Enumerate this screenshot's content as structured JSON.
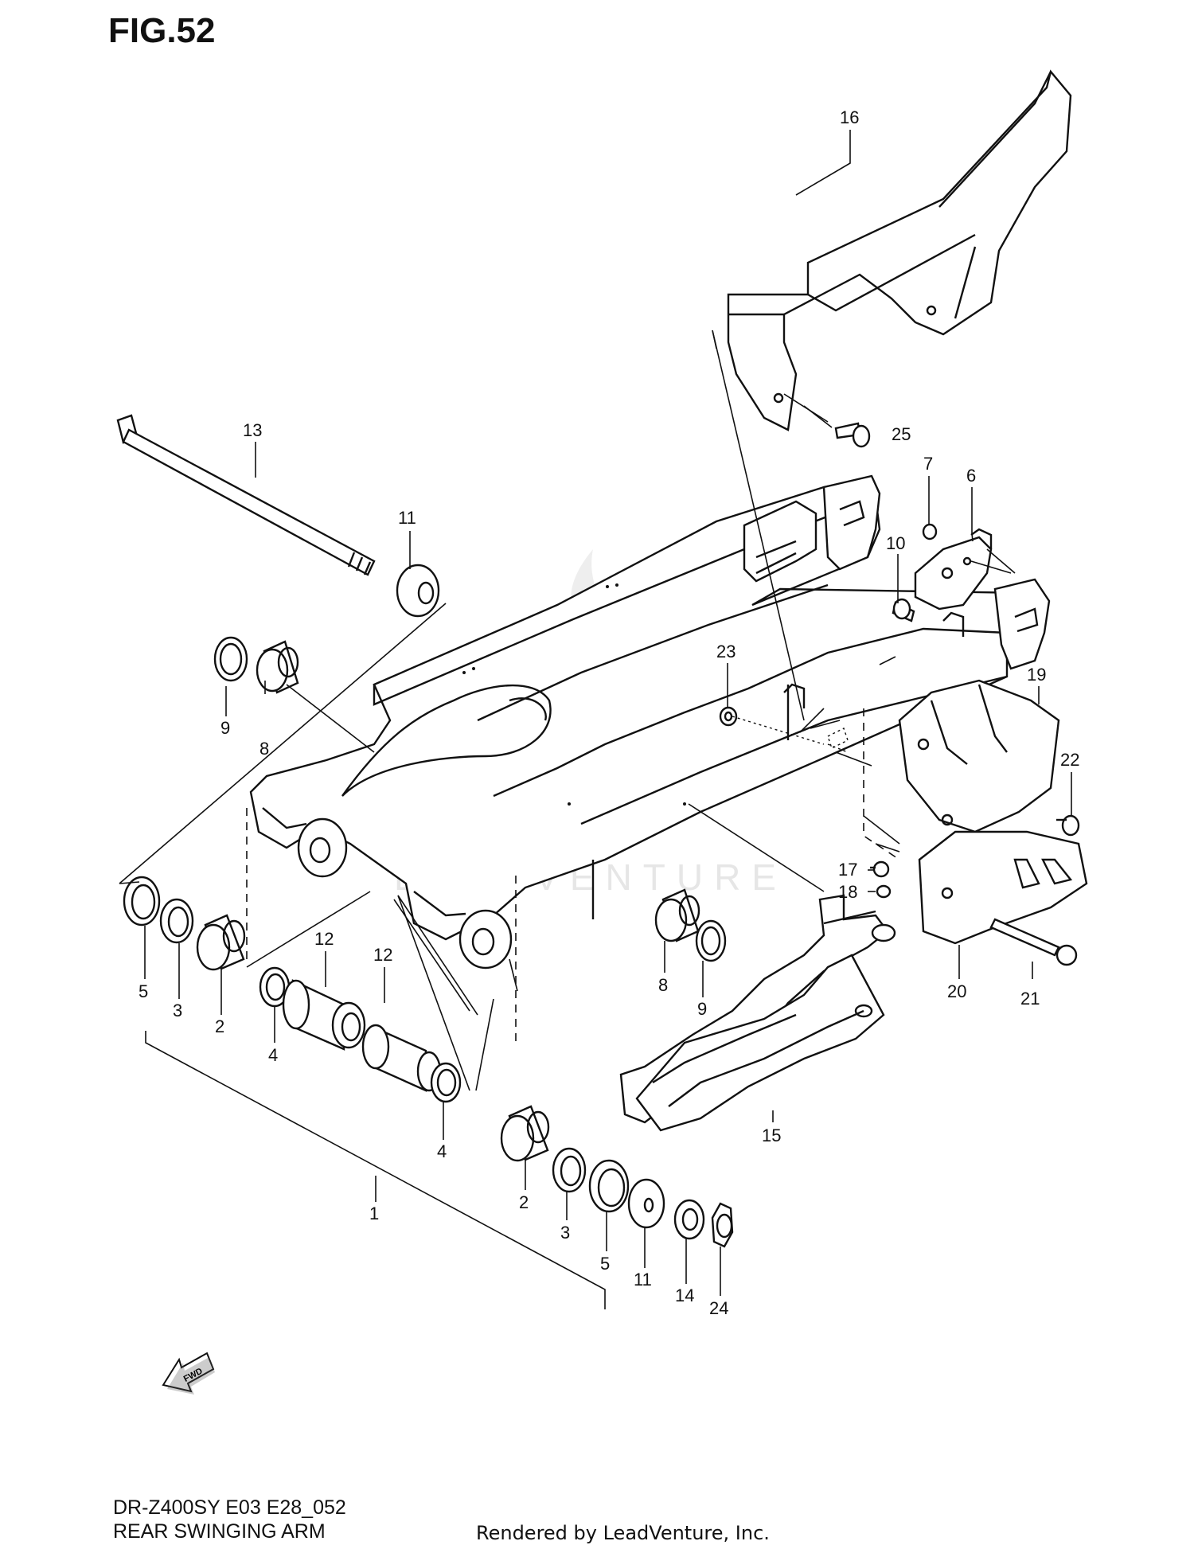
{
  "figure": {
    "title": "FIG.52"
  },
  "watermark": "LEADVENTURE",
  "fwd_badge": "FWD",
  "footer": {
    "model_code": "DR-Z400SY E03 E28_052",
    "section_name": "REAR SWINGING ARM",
    "rendered_by": "Rendered by LeadVenture, Inc."
  },
  "parts": [
    {
      "id": "p1",
      "number": "1"
    },
    {
      "id": "p2a",
      "number": "2"
    },
    {
      "id": "p2b",
      "number": "2"
    },
    {
      "id": "p3a",
      "number": "3"
    },
    {
      "id": "p3b",
      "number": "3"
    },
    {
      "id": "p4a",
      "number": "4"
    },
    {
      "id": "p4b",
      "number": "4"
    },
    {
      "id": "p5a",
      "number": "5"
    },
    {
      "id": "p5b",
      "number": "5"
    },
    {
      "id": "p6",
      "number": "6"
    },
    {
      "id": "p7",
      "number": "7"
    },
    {
      "id": "p8a",
      "number": "8"
    },
    {
      "id": "p8b",
      "number": "8"
    },
    {
      "id": "p9a",
      "number": "9"
    },
    {
      "id": "p9b",
      "number": "9"
    },
    {
      "id": "p10",
      "number": "10"
    },
    {
      "id": "p11a",
      "number": "11"
    },
    {
      "id": "p11b",
      "number": "11"
    },
    {
      "id": "p12a",
      "number": "12"
    },
    {
      "id": "p12b",
      "number": "12"
    },
    {
      "id": "p13",
      "number": "13"
    },
    {
      "id": "p14",
      "number": "14"
    },
    {
      "id": "p15",
      "number": "15"
    },
    {
      "id": "p16",
      "number": "16"
    },
    {
      "id": "p17",
      "number": "17"
    },
    {
      "id": "p18",
      "number": "18"
    },
    {
      "id": "p19",
      "number": "19"
    },
    {
      "id": "p20",
      "number": "20"
    },
    {
      "id": "p21",
      "number": "21"
    },
    {
      "id": "p22",
      "number": "22"
    },
    {
      "id": "p23",
      "number": "23"
    },
    {
      "id": "p24",
      "number": "24"
    },
    {
      "id": "p25",
      "number": "25"
    }
  ]
}
